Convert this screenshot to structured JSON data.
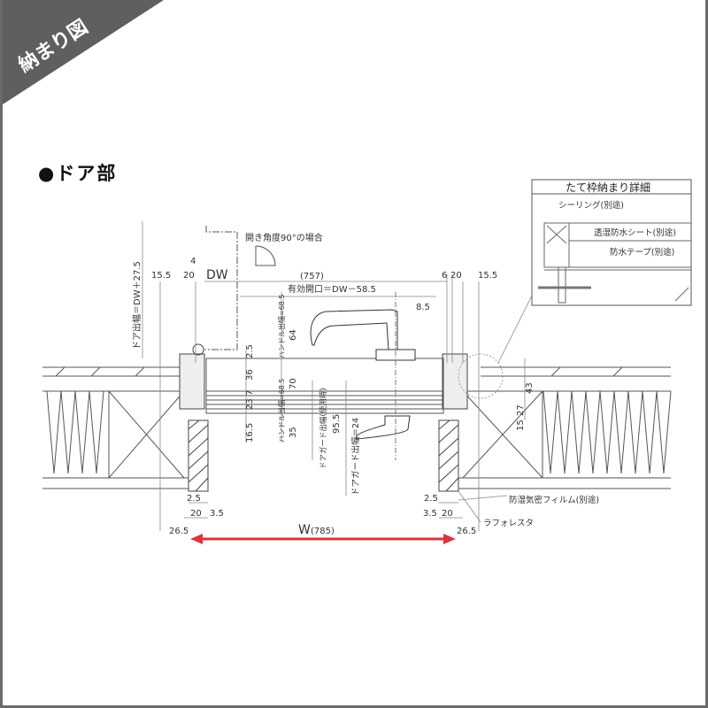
{
  "badge": {
    "label": "納まり図",
    "color": "#5f5f5f"
  },
  "section_title": "●ドア部",
  "drawing": {
    "door_width_label": "DW",
    "door_width_value": "(757)",
    "effective_opening": "有効開口＝DW－58.5",
    "door_projection": "ドア出幅＝DW＋27.5",
    "open_angle_note": "開き角度90°の場合",
    "handle_projection_upper": "ハンドル出幅=68.5",
    "handle_projection_lower": "ハンドル出幅=68.5",
    "guard_in_use": "ドアガード出幅(使用時)",
    "guard_projection": "ドアガード出幅＝24",
    "wall_width_label": "W",
    "wall_width_value": "(785)",
    "arrow_color": "#d9363e",
    "top_dims_left": [
      "15.5",
      "20",
      "4"
    ],
    "top_dims_right": [
      "6",
      "20",
      "15.5"
    ],
    "dim_8_5": "8.5",
    "vertical_dims_left": [
      "2.5",
      "36",
      "7",
      "23",
      "16.5"
    ],
    "handle_dims": [
      "64",
      "70",
      "35"
    ],
    "guard_dim": "95.5",
    "vertical_dims_right": [
      "43",
      "27",
      "15"
    ],
    "bottom_dims_left": [
      "2.5",
      "20",
      "3.5",
      "26.5"
    ],
    "bottom_dims_right": [
      "2.5",
      "3.5",
      "20",
      "26.5"
    ],
    "callout_film": "防湿気密フィルム(別途)",
    "callout_board": "ラフォレスタ"
  },
  "detail": {
    "title": "たて枠納まり詳細",
    "sealing": "シーリング(別途)",
    "breathable_sheet": "透湿防水シート(別途)",
    "waterproof_tape": "防水テープ(別途)"
  }
}
